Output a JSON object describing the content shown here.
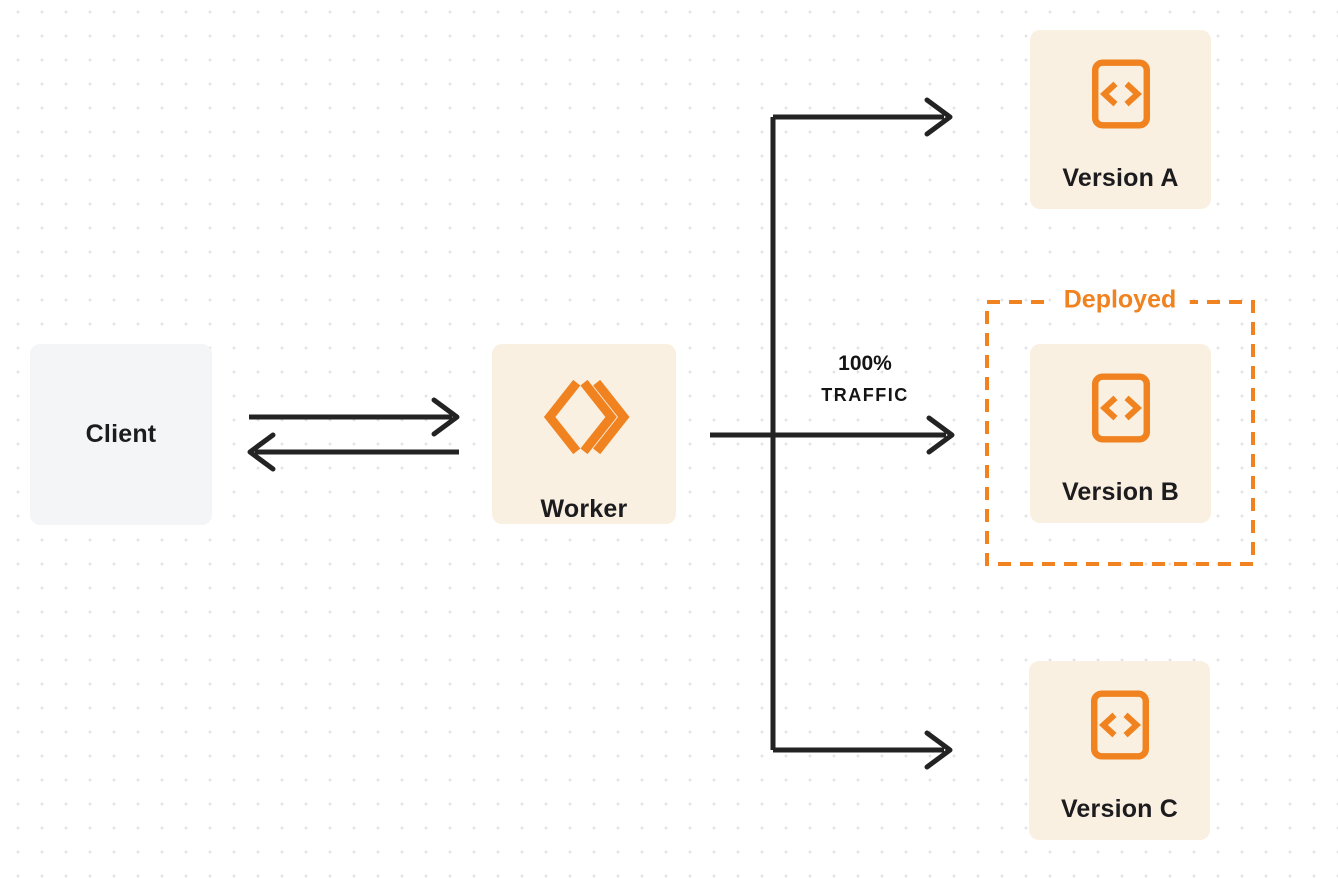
{
  "nodes": {
    "client": {
      "label": "Client"
    },
    "worker": {
      "label": "Worker"
    },
    "version_a": {
      "label": "Version A"
    },
    "version_b": {
      "label": "Version B"
    },
    "version_c": {
      "label": "Version C"
    }
  },
  "annotations": {
    "deployed": "Deployed",
    "traffic_percent": "100%",
    "traffic_word": "TRAFFIC"
  },
  "icons": {
    "worker": "workers-double-chevron-icon",
    "version": "code-file-icon"
  },
  "colors": {
    "accent_orange": "#f0821f",
    "node_cream": "#faf0e1",
    "node_gray": "#f4f5f6",
    "arrow_line": "#232323",
    "text_dark": "#1c1c1e",
    "grid_dot": "#e2e2e6",
    "background": "#ffffff"
  }
}
